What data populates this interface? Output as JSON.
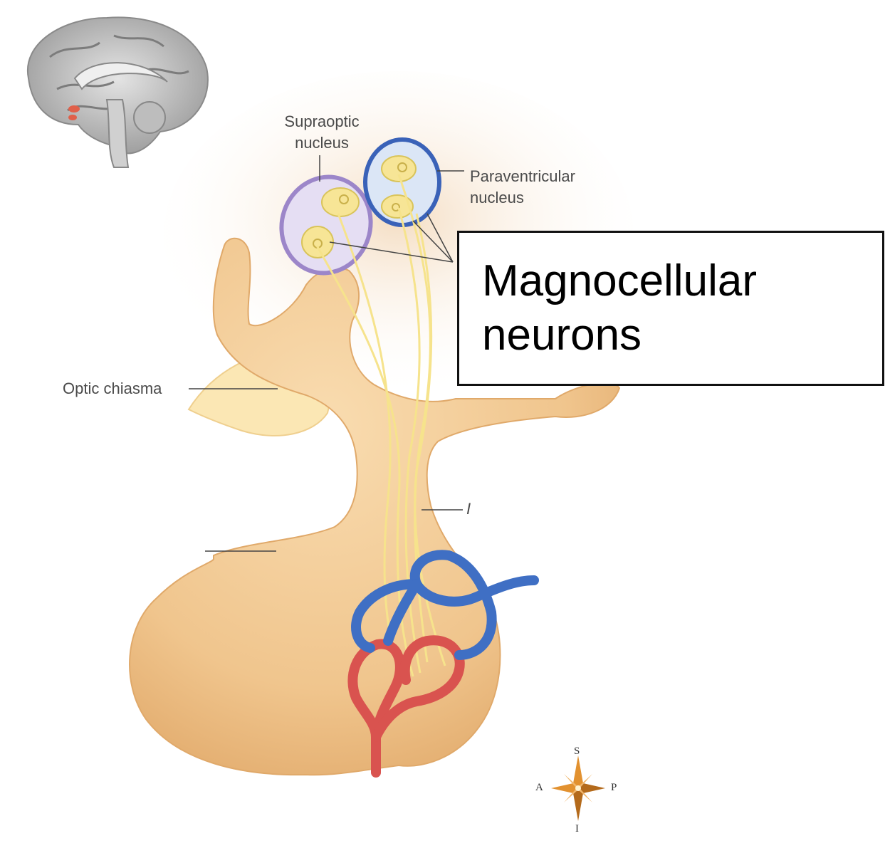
{
  "labels": {
    "supraoptic": [
      "Supraoptic",
      "nucleus"
    ],
    "paraventricular": [
      "Paraventricular",
      "nucleus"
    ],
    "optic_chiasma": "Optic chiasma",
    "infundibulum_fragment": "I"
  },
  "callout": {
    "lines": [
      "Magnocellular",
      "neurons"
    ]
  },
  "compass": {
    "north": "S",
    "south": "I",
    "west": "A",
    "east": "P"
  },
  "colors": {
    "tissue": "#f2c994",
    "tissue_dark": "#e0a96a",
    "nerve": "#f6e38c",
    "supraoptic_outline": "#9c86c9",
    "paraventricular_outline": "#3a62b8",
    "artery": "#d9534f",
    "vein": "#3f6fc4"
  }
}
